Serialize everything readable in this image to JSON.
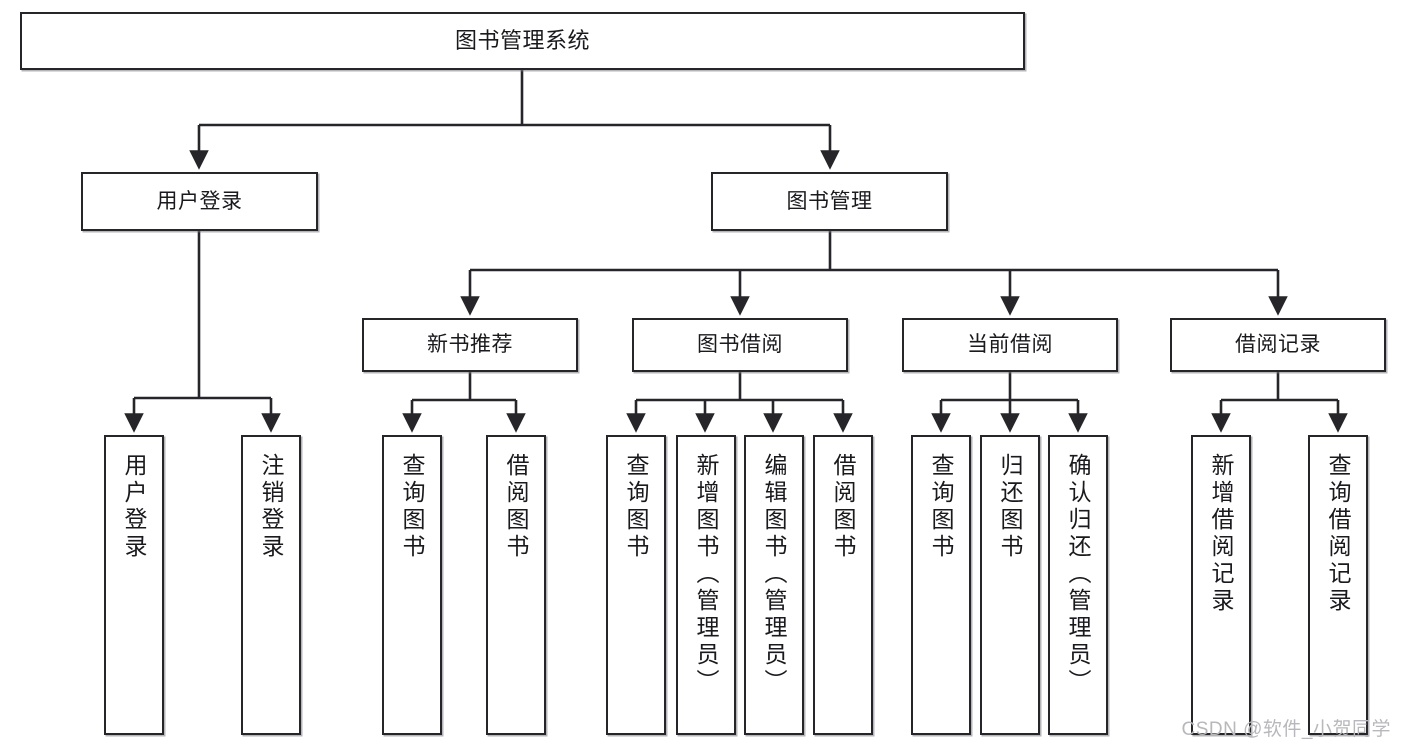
{
  "diagram": {
    "type": "tree",
    "title": "图书管理系统",
    "root": {
      "label": "图书管理系统"
    },
    "level1": [
      {
        "label": "用户登录"
      },
      {
        "label": "图书管理"
      }
    ],
    "level2": [
      {
        "label": "新书推荐"
      },
      {
        "label": "图书借阅"
      },
      {
        "label": "当前借阅"
      },
      {
        "label": "借阅记录"
      }
    ],
    "leaves": {
      "user_login": [
        {
          "label": "用户登录"
        },
        {
          "label": "注销登录"
        }
      ],
      "new_book_recommend": [
        {
          "label": "查询图书"
        },
        {
          "label": "借阅图书"
        }
      ],
      "book_borrow": [
        {
          "label": "查询图书"
        },
        {
          "label": "新增图书（管理员）"
        },
        {
          "label": "编辑图书（管理员）"
        },
        {
          "label": "借阅图书"
        }
      ],
      "current_borrow": [
        {
          "label": "查询图书"
        },
        {
          "label": "归还图书"
        },
        {
          "label": "确认归还（管理员）"
        }
      ],
      "borrow_record": [
        {
          "label": "新增借阅记录"
        },
        {
          "label": "查询借阅记录"
        }
      ]
    }
  },
  "watermark": {
    "text": "CSDN @软件_小贺同学"
  },
  "colors": {
    "box_border": "#26262a",
    "box_fill": "#ffffff",
    "line": "#26262a",
    "text": "#1a1a1e",
    "watermark": "#b8b8bc",
    "background": "#ffffff"
  }
}
